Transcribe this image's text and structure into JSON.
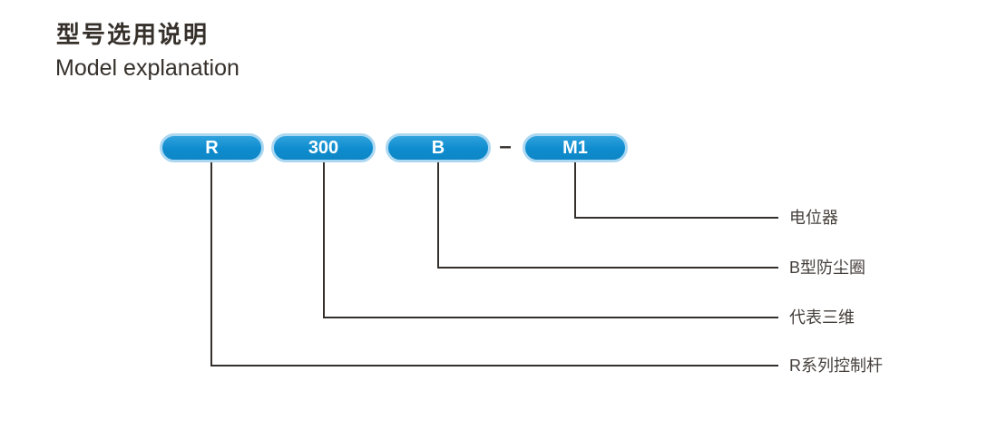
{
  "header": {
    "title_zh": "型号选用说明",
    "title_en": "Model explanation"
  },
  "diagram": {
    "separator": "–",
    "segments": [
      {
        "code": "R",
        "description": "R系列控制杆"
      },
      {
        "code": "300",
        "description": "代表三维"
      },
      {
        "code": "B",
        "description": "B型防尘圈"
      },
      {
        "code": "M1",
        "description": "电位器"
      }
    ]
  },
  "colors": {
    "pill_fill": "#0e8cce",
    "pill_border": "#abd7f1",
    "pill_text": "#ffffff",
    "connector_line": "#35302c",
    "title_text": "#36302b",
    "label_text": "#46403c"
  }
}
